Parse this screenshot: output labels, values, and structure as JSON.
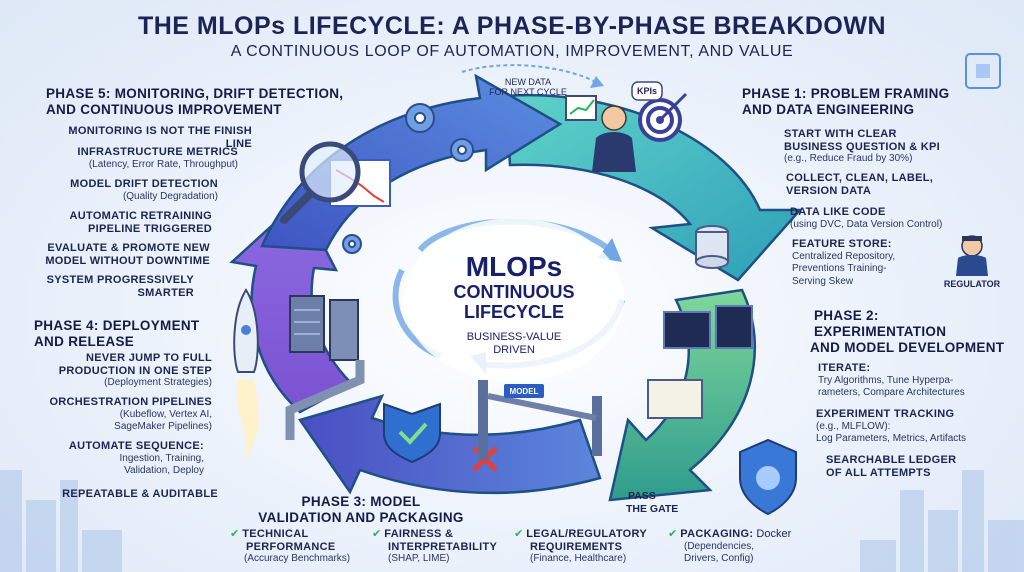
{
  "header": {
    "title": "THE MLOPs LIFECYCLE: A PHASE-BY-PHASE BREAKDOWN",
    "subtitle": "A CONTINUOUS LOOP OF AUTOMATION, IMPROVEMENT, AND VALUE"
  },
  "center": {
    "line1": "MLOPs",
    "line2": "CONTINUOUS",
    "line3": "LIFECYCLE",
    "line4": "BUSINESS-VALUE",
    "line5": "DRIVEN"
  },
  "labels": {
    "new_data_1": "NEW DATA",
    "new_data_2": "FOR NEXT CYCLE",
    "kpis": "KPIs",
    "regulator": "REGULATOR",
    "model": "MODEL",
    "pass_1": "PASS",
    "pass_2": "THE GATE"
  },
  "phase1": {
    "title_1": "PHASE 1: PROBLEM FRAMING",
    "title_2": "AND DATA ENGINEERING",
    "items": [
      {
        "head": "START WITH CLEAR",
        "head2": "BUSINESS QUESTION & KPI",
        "sub": "(e.g., Reduce Fraud by 30%)"
      },
      {
        "head": "COLLECT, CLEAN, LABEL,",
        "head2": "VERSION DATA",
        "sub": ""
      },
      {
        "head": "DATA LIKE CODE",
        "head2": "",
        "sub": "(using DVC, Data Version Control)"
      },
      {
        "head": "FEATURE STORE:",
        "head2": "",
        "sub": "Centralized Repository,",
        "sub2": "Preventions Training-",
        "sub3": "Serving Skew"
      }
    ]
  },
  "phase2": {
    "title_1": "PHASE 2:",
    "title_2": "EXPERIMENTATION",
    "title_3": "AND MODEL DEVELOPMENT",
    "items": [
      {
        "head": "ITERATE:",
        "sub": "Try Algorithms, Tune Hyperpa-",
        "sub2": "rameters, Compare Architectures"
      },
      {
        "head": "EXPERIMENT TRACKING",
        "sub": "(e.g., MLFLOW):",
        "sub2": "Log Parameters, Metrics, Artifacts"
      },
      {
        "head": "SEARCHABLE LEDGER",
        "head2": "OF ALL ATTEMPTS"
      }
    ]
  },
  "phase3": {
    "title_1": "PHASE 3: MODEL",
    "title_2": "VALIDATION AND PACKAGING",
    "items": [
      {
        "head": "TECHNICAL",
        "head2": "PERFORMANCE",
        "sub": "(Accuracy Benchmarks)"
      },
      {
        "head": "FAIRNESS &",
        "head2": "INTERPRETABILITY",
        "sub": "(SHAP, LIME)"
      },
      {
        "head": "LEGAL/REGULATORY",
        "head2": "REQUIREMENTS",
        "sub": "(Finance, Healthcare)"
      },
      {
        "head": "PACKAGING:",
        "head_tail": "Docker",
        "sub": "(Dependencies,",
        "sub2": "Drivers, Config)"
      }
    ]
  },
  "phase4": {
    "title_1": "PHASE 4: DEPLOYMENT",
    "title_2": "AND RELEASE",
    "items": [
      {
        "head": "NEVER JUMP TO FULL",
        "head2": "PRODUCTION IN ONE STEP",
        "sub": "(Deployment Strategies)"
      },
      {
        "head": "ORCHESTRATION PIPELINES",
        "sub": "(Kubeflow, Vertex AI,",
        "sub2": "SageMaker Pipelines)"
      },
      {
        "head": "AUTOMATE SEQUENCE:",
        "sub": "Ingestion, Training,",
        "sub2": "Validation, Deploy"
      },
      {
        "head": "REPEATABLE & AUDITABLE"
      }
    ]
  },
  "phase5": {
    "title_1": "PHASE 5: MONITORING, DRIFT DETECTION,",
    "title_2": "AND CONTINUOUS IMPROVEMENT",
    "items": [
      {
        "head": "MONITORING IS NOT THE FINISH LINE"
      },
      {
        "head": "INFRASTRUCTURE METRICS",
        "sub": "(Latency, Error Rate, Throughput)"
      },
      {
        "head": "MODEL DRIFT DETECTION",
        "sub": "(Quality Degradation)"
      },
      {
        "head": "AUTOMATIC RETRAINING",
        "head2": "PIPELINE TRIGGERED"
      },
      {
        "head": "EVALUATE & PROMOTE NEW",
        "head2": "MODEL WITHOUT DOWNTIME"
      },
      {
        "head": "SYSTEM PROGRESSIVELY",
        "head2": "SMARTER"
      }
    ]
  },
  "colors": {
    "phase1": "#3fb6c9",
    "phase2": "#3cae7e",
    "phase3": "#4a63c9",
    "phase4": "#7c5bd6",
    "phase5": "#3a5cc2",
    "ink": "#1c2357"
  }
}
